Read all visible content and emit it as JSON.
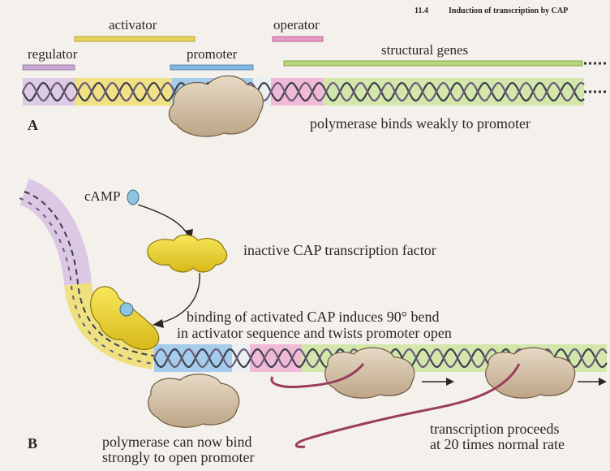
{
  "header": {
    "number": "11.4",
    "title": "Induction of transcription by CAP"
  },
  "panel_a": {
    "letter": "A",
    "segments": {
      "regulator": "regulator",
      "activator": "activator",
      "promoter": "promoter",
      "operator": "operator",
      "structural": "structural genes"
    },
    "caption": "polymerase binds weakly to promoter"
  },
  "panel_b": {
    "letter": "B",
    "camp": "cAMP",
    "inactive_cap": "inactive CAP transcription factor",
    "binding_line1": "binding of activated CAP induces 90° bend",
    "binding_line2": "in activator sequence and twists promoter open",
    "polymerase_line1": "polymerase can now bind",
    "polymerase_line2": "strongly to open  promoter",
    "transcription_line1": "transcription proceeds",
    "transcription_line2": "at 20 times normal rate"
  },
  "colors": {
    "regulator": "#c9a8d6",
    "activator": "#e8d35a",
    "promoter": "#7fb7e0",
    "operator": "#e89ac3",
    "structural": "#b6d77a",
    "polymerase": "#d9c7ad",
    "cap": "#f1dc35",
    "camp": "#8fc4e0",
    "mrna": "#9a3d5c"
  }
}
